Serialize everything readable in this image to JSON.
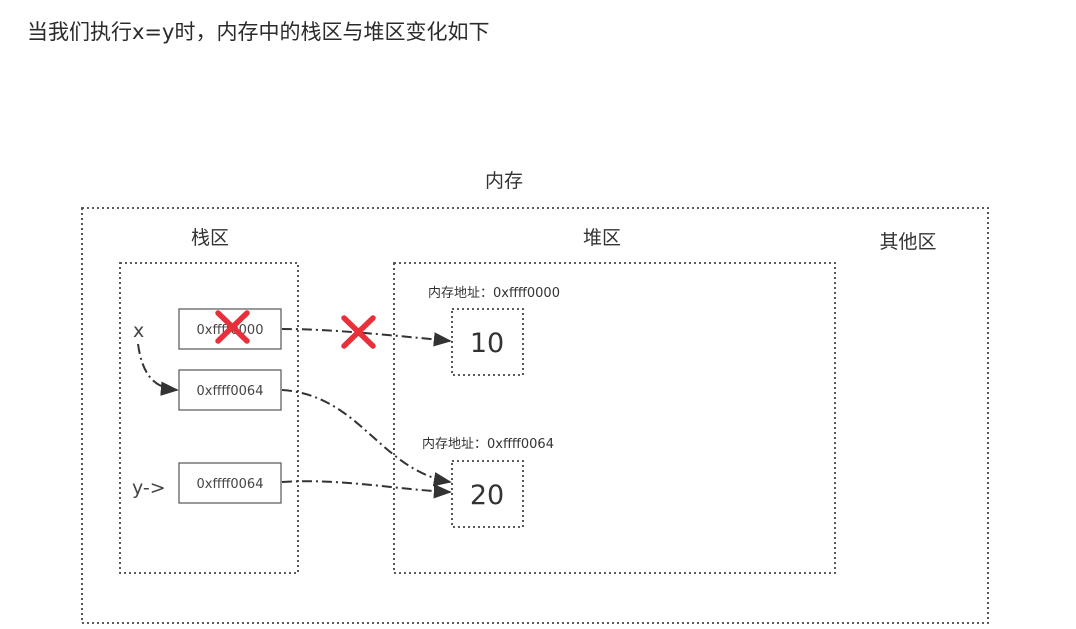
{
  "heading": "当我们执行x=y时，内存中的栈区与堆区变化如下",
  "diagram": {
    "memory_label": "内存",
    "stack_label": "栈区",
    "heap_label": "堆区",
    "other_label": "其他区",
    "var_x": "x",
    "var_y": "y->",
    "x_old_address": "0xffff0000",
    "x_new_address": "0xffff0064",
    "y_address": "0xffff0064",
    "heap_obj1_address_label": "内存地址：0xffff0000",
    "heap_obj1_value": "10",
    "heap_obj2_address_label": "内存地址：0xffff0064",
    "heap_obj2_value": "20",
    "colors": {
      "text": "#333333",
      "box_border": "#555555",
      "dotted_border": "#444444",
      "arrow": "#333333",
      "cross": "#e8303a"
    }
  }
}
